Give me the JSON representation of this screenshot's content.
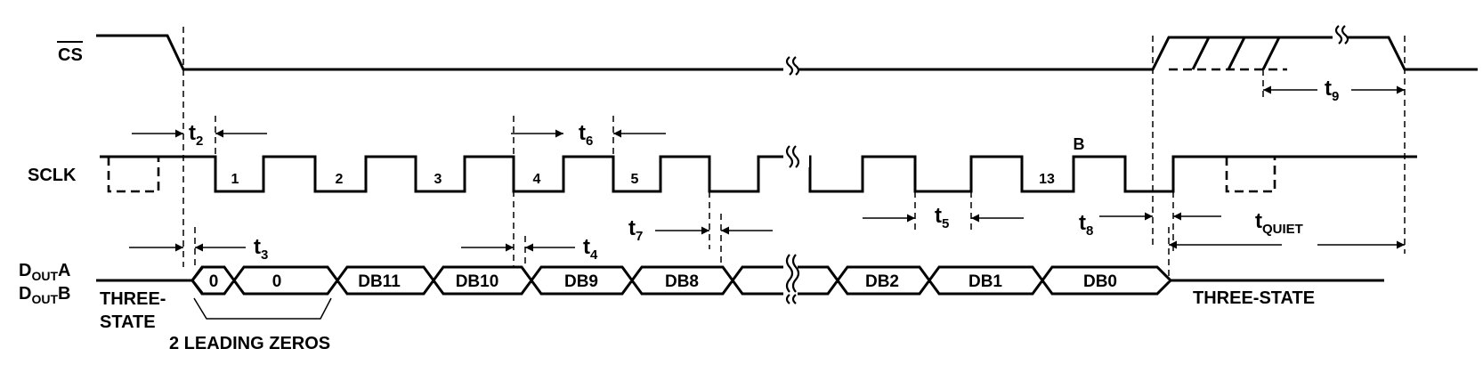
{
  "signals": {
    "cs": "CS",
    "sclk": "SCLK",
    "dout_a": {
      "main": "D",
      "sub": "OUT",
      "suffix": "A"
    },
    "dout_b": {
      "main": "D",
      "sub": "OUT",
      "suffix": "B"
    }
  },
  "clock_labels": {
    "c1": "1",
    "c2": "2",
    "c3": "3",
    "c4": "4",
    "c5": "5",
    "c13": "13",
    "cB": "B"
  },
  "data_bits": {
    "z1": "0",
    "z2": "0",
    "db11": "DB11",
    "db10": "DB10",
    "db9": "DB9",
    "db8": "DB8",
    "db2": "DB2",
    "db1": "DB1",
    "db0": "DB0"
  },
  "annotations": {
    "three_state_left_1": "THREE-",
    "three_state_left_2": "STATE",
    "leading_zeros": "2 LEADING ZEROS",
    "three_state_right": "THREE-STATE"
  },
  "timing": {
    "t2": {
      "main": "t",
      "sub": "2"
    },
    "t3": {
      "main": "t",
      "sub": "3"
    },
    "t4": {
      "main": "t",
      "sub": "4"
    },
    "t5": {
      "main": "t",
      "sub": "5"
    },
    "t6": {
      "main": "t",
      "sub": "6"
    },
    "t7": {
      "main": "t",
      "sub": "7"
    },
    "t8": {
      "main": "t",
      "sub": "8"
    },
    "t9": {
      "main": "t",
      "sub": "9"
    },
    "tquiet": {
      "main": "t",
      "sub": "QUIET"
    }
  }
}
